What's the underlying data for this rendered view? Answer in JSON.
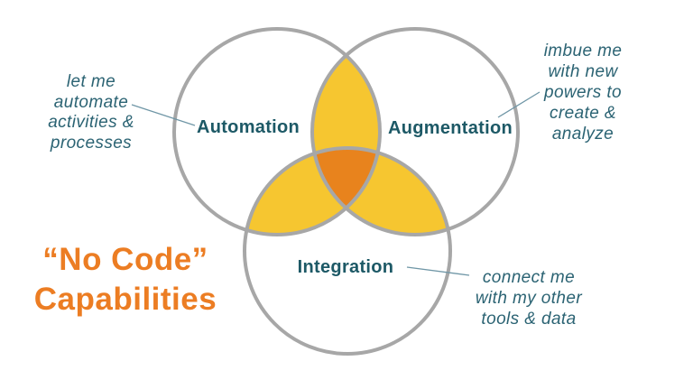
{
  "title": {
    "line1": "“No Code”",
    "line2": "Capabilities"
  },
  "venn": {
    "labels": {
      "automation": "Automation",
      "augmentation": "Augmentation",
      "integration": "Integration"
    },
    "annotations": {
      "automation": "let me\nautomate\nactivities &\nprocesses",
      "augmentation": "imbue me\nwith new\npowers to\ncreate &\nanalyze",
      "integration": "connect me\nwith my other\ntools & data"
    }
  },
  "colors": {
    "pairwise_overlap": "#F6C630",
    "triple_overlap": "#E8831D",
    "circle_stroke": "#A7A7A7",
    "label_teal": "#1D5966",
    "annotation_teal": "#2B6373",
    "title_orange": "#EC7D23",
    "connector": "#6F96A6",
    "background": "#FFFFFF"
  }
}
